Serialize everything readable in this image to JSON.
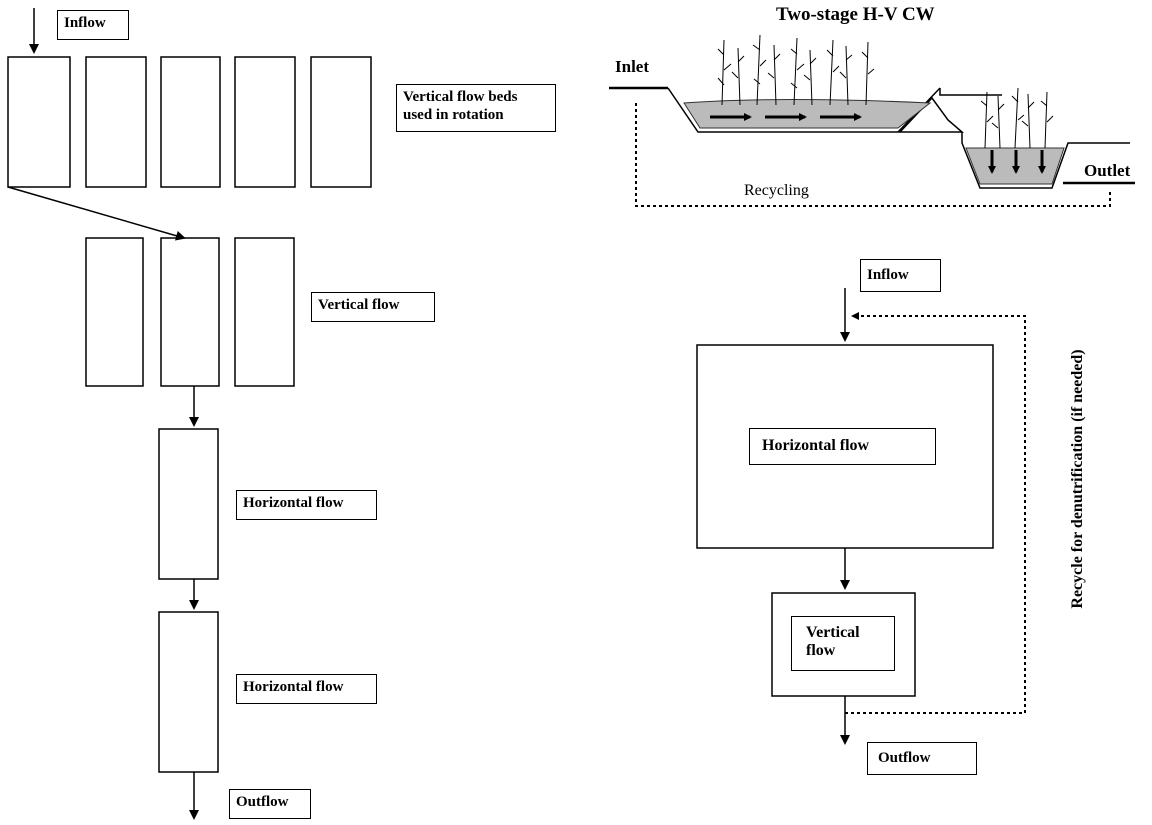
{
  "left_diagram": {
    "inflow": "Inflow",
    "vertical_beds_note": "Vertical flow beds used in rotation",
    "vertical_flow": "Vertical flow",
    "horizontal_flow_1": "Horizontal flow",
    "horizontal_flow_2": "Horizontal flow",
    "outflow": "Outflow"
  },
  "cross_section": {
    "title": "Two-stage H-V CW",
    "inlet": "Inlet",
    "outlet": "Outlet",
    "recycling": "Recycling"
  },
  "right_diagram": {
    "inflow": "Inflow",
    "horizontal_flow": "Horizontal flow",
    "vertical_flow": "Vertical flow",
    "outflow": "Outflow",
    "recycle_note": "Recycle for denutrification (if needed)"
  }
}
